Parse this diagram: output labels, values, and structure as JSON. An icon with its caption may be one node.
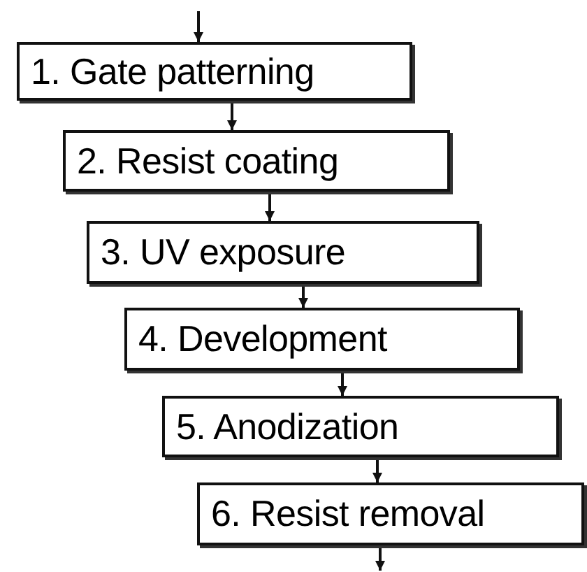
{
  "diagram": {
    "nodes": [
      {
        "text": [
          "1. Gate patterning"
        ]
      },
      {
        "text": [
          "2. Resist coating"
        ]
      },
      {
        "text": [
          "3. UV exposure"
        ]
      },
      {
        "text": [
          "4. Development"
        ]
      },
      {
        "text": [
          "5. Anodization"
        ]
      },
      {
        "text": [
          "6. Resist removal"
        ]
      }
    ],
    "edges": [
      {
        "from": null,
        "to": 0,
        "arrow": "to"
      },
      {
        "from": 0,
        "to": 1,
        "arrow": "to"
      },
      {
        "from": 1,
        "to": 2,
        "arrow": "to"
      },
      {
        "from": 2,
        "to": 3,
        "arrow": "to"
      },
      {
        "from": 3,
        "to": 4,
        "arrow": "to"
      },
      {
        "from": 4,
        "to": 5,
        "arrow": "to"
      },
      {
        "from": 5,
        "to": null,
        "arrow": "to"
      }
    ]
  }
}
